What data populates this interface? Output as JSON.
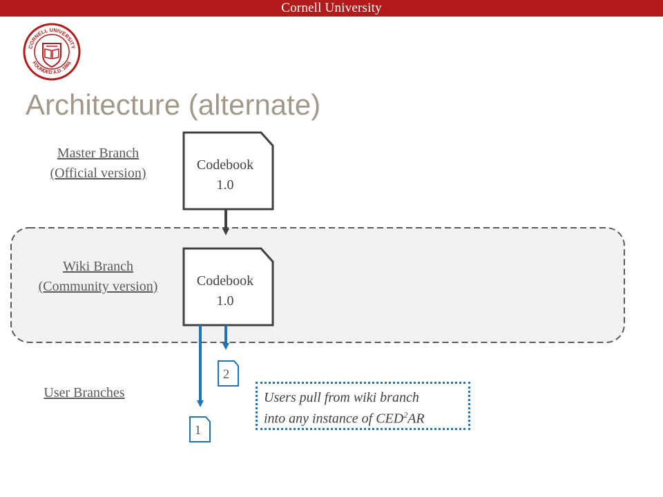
{
  "header": {
    "banner_text": "Cornell University",
    "seal_text_top": "CORNELL UNIVERSITY",
    "seal_text_bottom": "FOUNDED A.D. 1865",
    "banner_color": "#b31b1b"
  },
  "slide": {
    "title": "Architecture (alternate)",
    "title_color": "#a2988a"
  },
  "diagram": {
    "master_label_line1": "Master Branch",
    "master_label_line2": "(Official version)",
    "wiki_label_line1": "Wiki Branch",
    "wiki_label_line2": "(Community version)",
    "user_label": "User Branches",
    "master_doc_line1": "Codebook",
    "master_doc_line2": "1.0",
    "wiki_doc_line1": "Codebook",
    "wiki_doc_line2": "1.0",
    "user_doc_2": "2",
    "user_doc_1": "1",
    "note_line1": "Users pull from wiki branch",
    "note_line2_prefix": "into any instance of CED",
    "note_line2_sup": "2",
    "note_line2_suffix": "AR",
    "arrow_color_gray": "#404040",
    "arrow_color_blue": "#1f73b7"
  }
}
